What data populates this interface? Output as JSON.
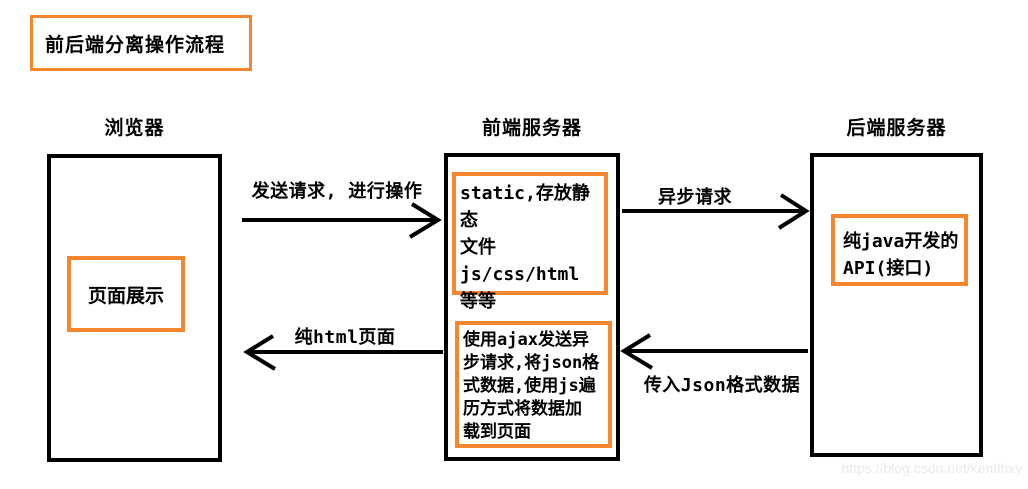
{
  "title": "前后端分离操作流程",
  "colors": {
    "accent_orange": "#F6862D",
    "line_black": "#000000",
    "watermark_gray": "#e9e9e9"
  },
  "columns": [
    {
      "label": "浏览器",
      "box_text": "页面展示"
    },
    {
      "label": "前端服务器",
      "box1_text": "static,存放静态\n文件js/css/html\n等等",
      "box2_text": "使用ajax发送异\n步请求,将json格\n式数据,使用js遍\n历方式将数据加\n载到页面"
    },
    {
      "label": "后端服务器",
      "box_text": "纯java开发的\nAPI(接口)"
    }
  ],
  "arrows": [
    {
      "label": "发送请求, 进行操作",
      "direction": "right"
    },
    {
      "label": "异步请求",
      "direction": "right"
    },
    {
      "label": "纯html页面",
      "direction": "left"
    },
    {
      "label": "传入Json格式数据",
      "direction": "left"
    }
  ],
  "watermark": "https://blog.csdn.net/kentlhxy"
}
